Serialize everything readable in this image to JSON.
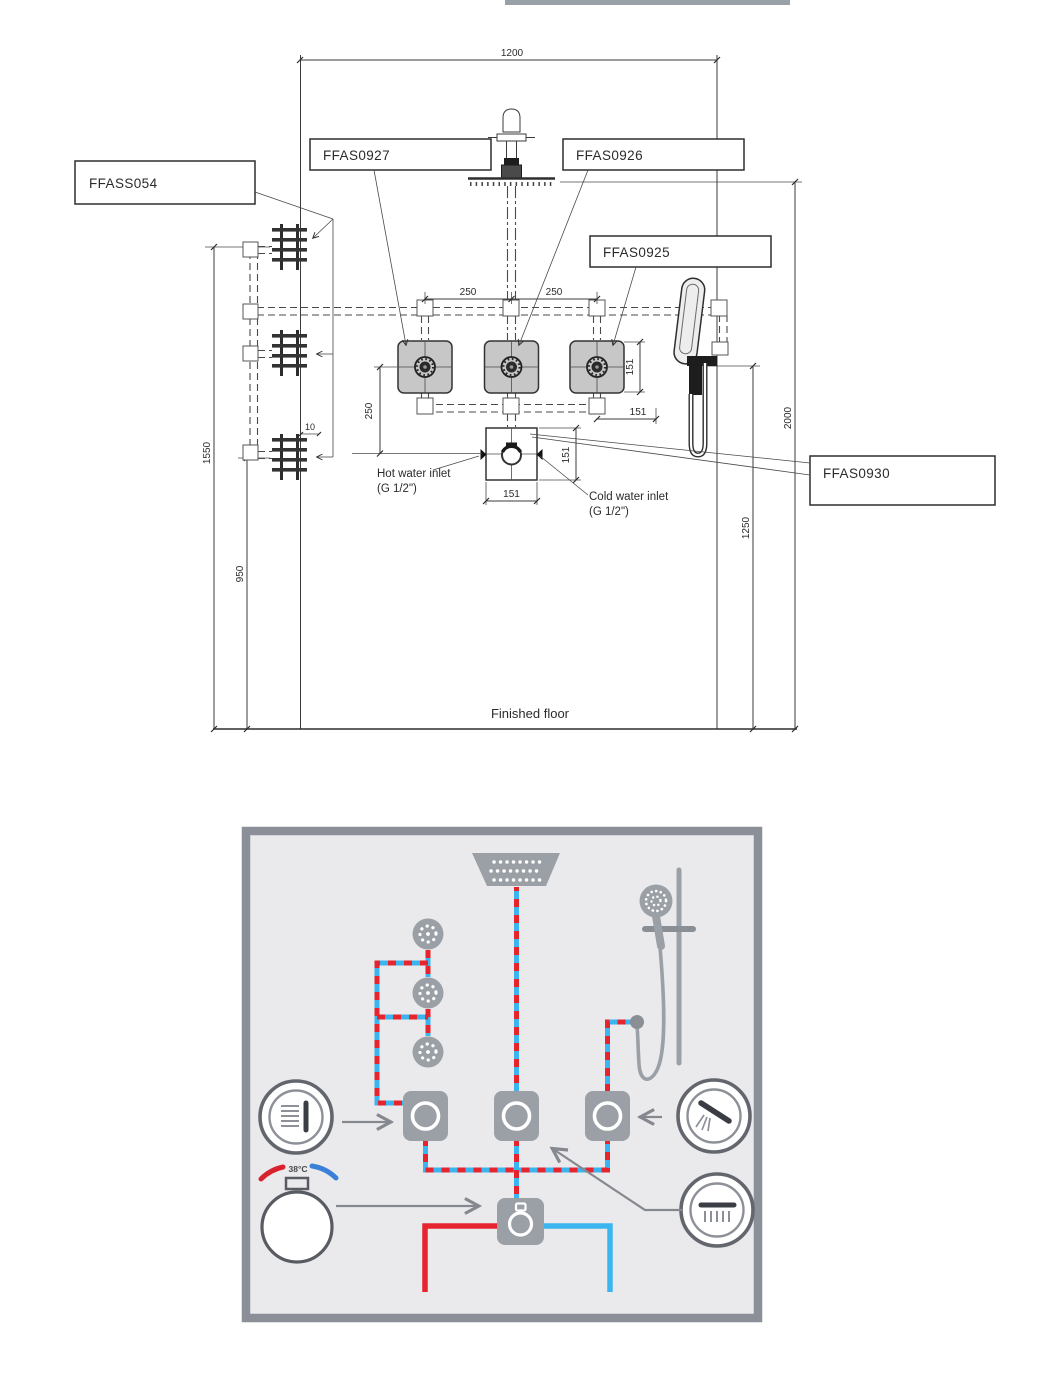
{
  "drawing": {
    "callouts": {
      "body_sprays": "FFASS054",
      "valve_left": "FFAS0927",
      "valve_center": "FFAS0926",
      "valve_right": "FFAS0925",
      "mixer": "FFAS0930"
    },
    "dims": {
      "wall_width": "1200",
      "spacing_left": "250",
      "spacing_right": "250",
      "valve_size": "151",
      "valve_bottom_offset": "151",
      "drop_to_mixer": "250",
      "mixer_width": "151",
      "mixer_height": "151",
      "spray_gap": "10",
      "spray_top_height": "1550",
      "spray_bottom_height": "950",
      "head_height": "2000",
      "hand_shower_height": "1250"
    },
    "notes": {
      "hot_1": "Hot water inlet",
      "hot_2": "(G 1/2\")",
      "cold_1": "Cold water inlet",
      "cold_2": "(G 1/2\")",
      "floor": "Finished floor"
    }
  },
  "schematic": {
    "thermostat": "38°C",
    "colors": {
      "hot": "#e6242e",
      "cold": "#3ab5ef",
      "panel_bg": "#eaeaec",
      "panel_border": "#8a8f98",
      "component": "#9aa0a6"
    }
  }
}
